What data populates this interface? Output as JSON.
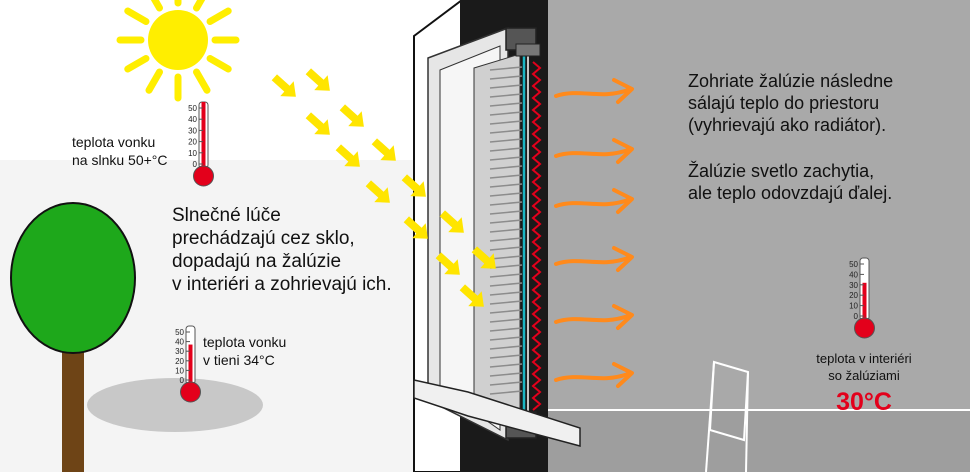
{
  "colors": {
    "sun": "#ffee00",
    "rays": "#ffe500",
    "heat_arrows": "#ff8a1c",
    "thermo_red": "#e3001b",
    "tree_crown": "#1ea81b",
    "trunk": "#6e4416",
    "shadow": "#c8c8c8",
    "outdoor_bg": "#ffffff",
    "interior_wall": "#a7a7a7",
    "window_frame": "#ebebeb",
    "wall_dark": "#1a1a1a",
    "glass": "#1bb6c3"
  },
  "thermometer_outdoor_sun": {
    "ticks": [
      "50",
      "40",
      "30",
      "20",
      "10",
      "0"
    ],
    "fill_percent": 100,
    "label_lines": [
      "teplota vonku",
      "na slnku 50+°C"
    ]
  },
  "thermometer_outdoor_shade": {
    "ticks": [
      "50",
      "40",
      "30",
      "20",
      "10",
      "0"
    ],
    "fill_percent": 68,
    "label_lines": [
      "teplota vonku",
      "v tieni 34°C"
    ]
  },
  "thermometer_interior": {
    "ticks": [
      "50",
      "40",
      "30",
      "20",
      "10",
      "0"
    ],
    "fill_percent": 60,
    "label_lines": [
      "teplota v interiéri",
      "so žalúziami"
    ],
    "value": "30°C"
  },
  "text_rays": [
    "Slnečné lúče",
    "prechádzajú cez sklo,",
    "dopadajú na žalúzie",
    "v interiéri a zohrievajú ich."
  ],
  "text_warm": [
    "Zohriate žalúzie následne",
    "sálajú teplo do priestoru",
    "(vyhrievajú ako radiátor)."
  ],
  "text_light": [
    "Žalúzie svetlo zachytia,",
    "ale teplo odovzdajú ďalej."
  ],
  "icons": [
    "sun-icon",
    "tree-icon",
    "thermometer-icon",
    "window-icon",
    "chair-icon",
    "ray-arrow-icon",
    "heat-wave-arrow-icon"
  ]
}
